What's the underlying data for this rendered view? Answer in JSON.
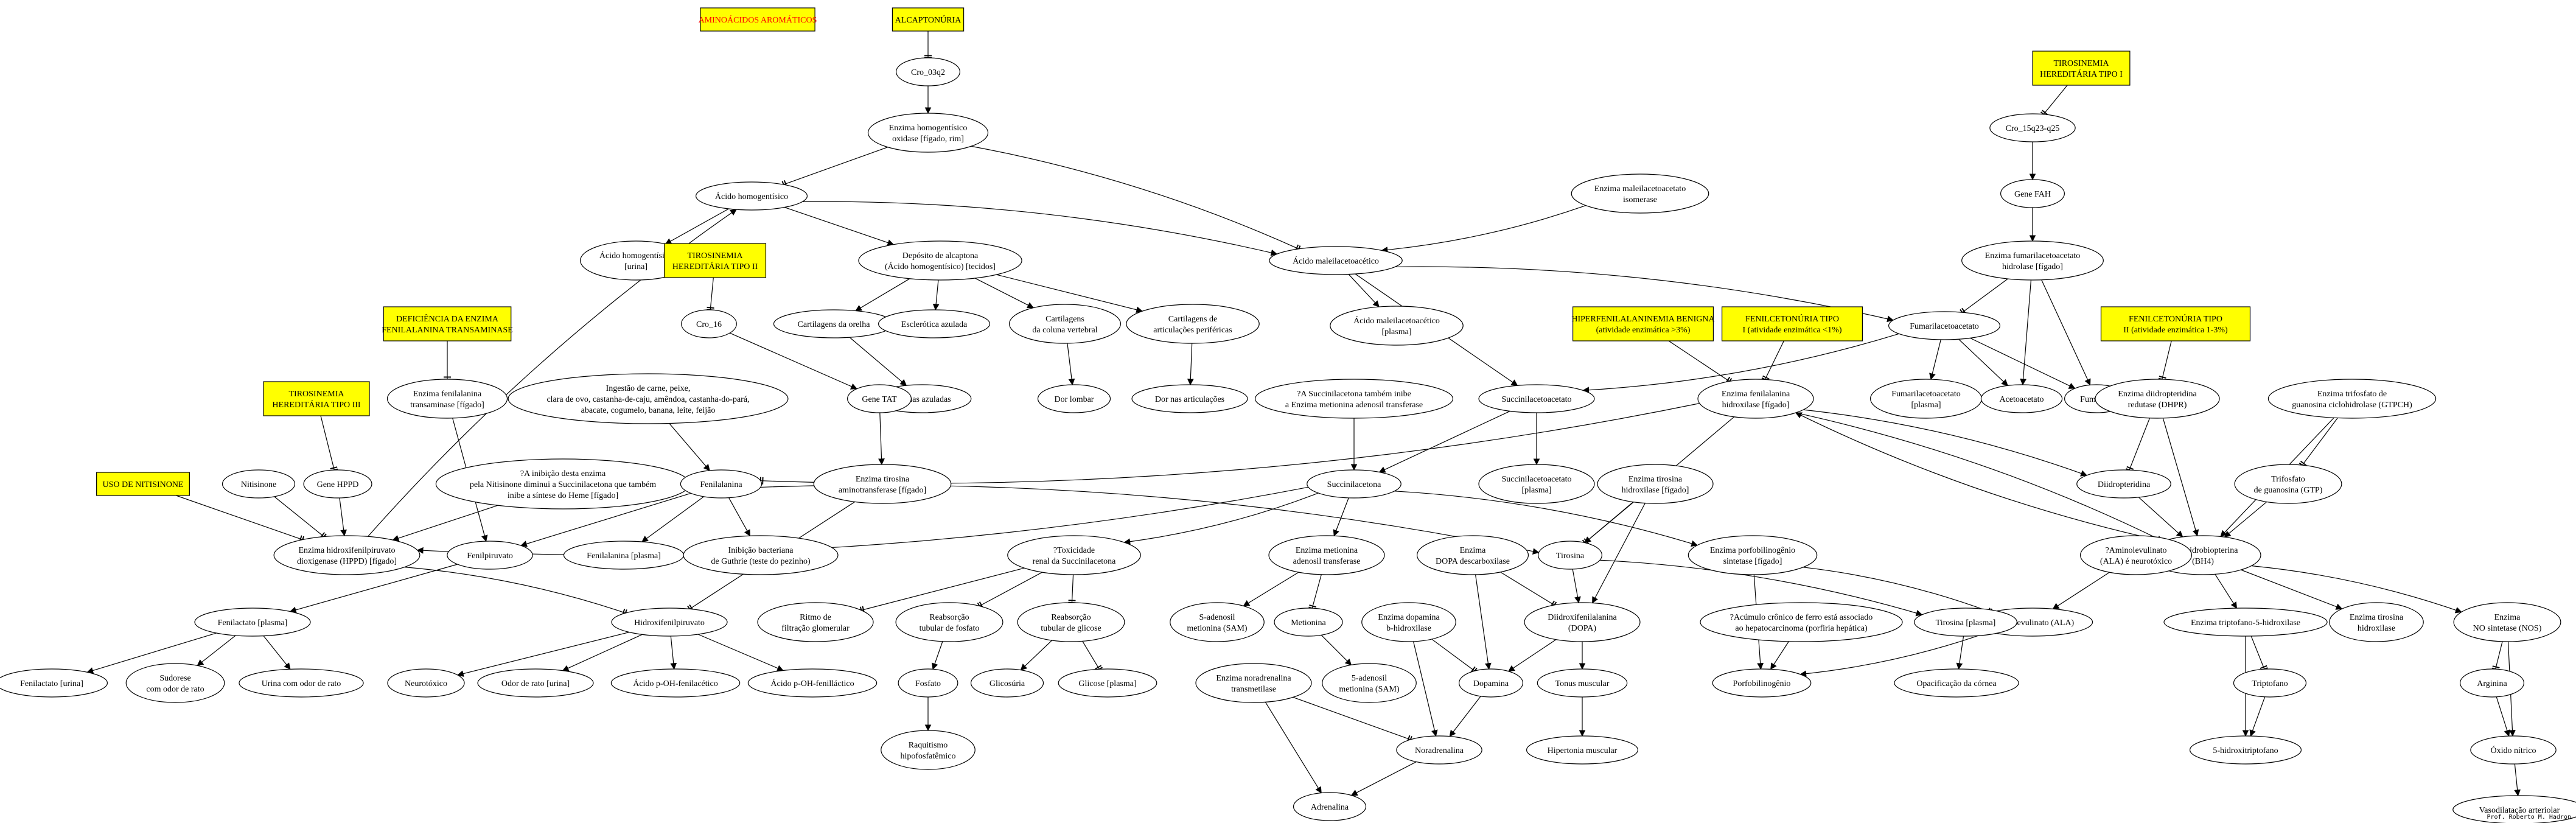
{
  "nodes": [
    {
      "id": "aro",
      "lines": [
        "AMINOÁCIDOS AROMÁTICOS"
      ],
      "shape": "box",
      "red": true
    },
    {
      "id": "alc",
      "lines": [
        "ALCAPTONÚRIA"
      ],
      "shape": "box"
    },
    {
      "id": "cro3",
      "lines": [
        "Cro_03q2"
      ]
    },
    {
      "id": "ehg",
      "lines": [
        "Enzima homogentísico",
        "oxidase [fígado, rim]"
      ]
    },
    {
      "id": "ahg",
      "lines": [
        "Ácido homogentísico"
      ]
    },
    {
      "id": "ahgu",
      "lines": [
        "Ácido homogentísico",
        "[urina]"
      ]
    },
    {
      "id": "tyr2",
      "lines": [
        "TIROSINEMIA",
        "HEREDITÁRIA TIPO II"
      ],
      "shape": "box"
    },
    {
      "id": "dep",
      "lines": [
        "Depósito de alcaptona",
        "(Ácido homogentísico) [tecidos]"
      ]
    },
    {
      "id": "mal",
      "lines": [
        "Ácido maleilacetoacético"
      ]
    },
    {
      "id": "emi",
      "lines": [
        "Enzima maleilacetoacetato",
        "isomerase"
      ]
    },
    {
      "id": "malp",
      "lines": [
        "Ácido maleilacetoacético",
        "[plasma]"
      ]
    },
    {
      "id": "tyr1",
      "lines": [
        "TIROSINEMIA",
        "HEREDITÁRIA TIPO I"
      ],
      "shape": "box"
    },
    {
      "id": "cro15",
      "lines": [
        "Cro_15q23-q25"
      ]
    },
    {
      "id": "gfah",
      "lines": [
        "Gene FAH"
      ]
    },
    {
      "id": "efah",
      "lines": [
        "Enzima fumarilacetoacetato",
        "hidrolase [fígado]"
      ]
    },
    {
      "id": "fum",
      "lines": [
        "Fumarilacetoacetato"
      ]
    },
    {
      "id": "fump",
      "lines": [
        "Fumarilacetoacetato",
        "[plasma]"
      ]
    },
    {
      "id": "acet",
      "lines": [
        "Acetoacetato"
      ]
    },
    {
      "id": "fumar",
      "lines": [
        "Fumarato"
      ]
    },
    {
      "id": "dfat",
      "lines": [
        "DEFICIÊNCIA DA ENZIMA",
        "FENILALANINA TRANSAMINASE"
      ],
      "shape": "box"
    },
    {
      "id": "efat",
      "lines": [
        "Enzima fenilalanina",
        "transaminase [fígado]"
      ]
    },
    {
      "id": "ingest",
      "lines": [
        "Ingestão de carne, peixe,",
        "clara de ovo, castanha-de-caju, amêndoa, castanha-do-pará,",
        "abacate, cogumelo, banana, leite, feijão"
      ]
    },
    {
      "id": "co",
      "lines": [
        "Cartilagens da orelha"
      ]
    },
    {
      "id": "ea",
      "lines": [
        "Esclerótica azulada"
      ]
    },
    {
      "id": "ccv",
      "lines": [
        "Cartilagens",
        "da coluna vertebral"
      ]
    },
    {
      "id": "cap",
      "lines": [
        "Cartilagens de",
        "articulações periféricas"
      ]
    },
    {
      "id": "oa",
      "lines": [
        "Orelhas azuladas"
      ]
    },
    {
      "id": "dl",
      "lines": [
        "Dor lombar"
      ]
    },
    {
      "id": "da",
      "lines": [
        "Dor nas articulações"
      ]
    },
    {
      "id": "cro16",
      "lines": [
        "Cro_16"
      ]
    },
    {
      "id": "gtat",
      "lines": [
        "Gene TAT"
      ]
    },
    {
      "id": "eta",
      "lines": [
        "Enzima tirosina",
        "aminotransferase [fígado]"
      ]
    },
    {
      "id": "tyr3",
      "lines": [
        "TIROSINEMIA",
        "HEREDITÁRIA TIPO III"
      ],
      "shape": "box"
    },
    {
      "id": "ghppd",
      "lines": [
        "Gene HPPD"
      ]
    },
    {
      "id": "nit",
      "lines": [
        "Nitisinone"
      ]
    },
    {
      "id": "usonit",
      "lines": [
        "USO DE NITISINONE"
      ],
      "shape": "box"
    },
    {
      "id": "qhem",
      "lines": [
        "?A inibição desta enzima",
        "pela Nitisinone diminui a Succinilacetona que também",
        "inibe a síntese do Heme [fígado]"
      ]
    },
    {
      "id": "ehppd",
      "lines": [
        "Enzima hidroxifenilpiruvato",
        "dioxigenase (HPPD) [fígado]"
      ]
    },
    {
      "id": "phe",
      "lines": [
        "Fenilalanina"
      ]
    },
    {
      "id": "phep",
      "lines": [
        "Fenilalanina [plasma]"
      ]
    },
    {
      "id": "inib",
      "lines": [
        "Inibição bacteriana",
        "de Guthrie (teste do pezinho)"
      ]
    },
    {
      "id": "fpir",
      "lines": [
        "Fenilpiruvato"
      ]
    },
    {
      "id": "flac",
      "lines": [
        "Fenilactato [plasma]"
      ]
    },
    {
      "id": "flacu",
      "lines": [
        "Fenilactato [urina]"
      ]
    },
    {
      "id": "sud",
      "lines": [
        "Sudorese",
        "com odor de rato"
      ]
    },
    {
      "id": "urod",
      "lines": [
        "Urina com odor de rato"
      ]
    },
    {
      "id": "hpp",
      "lines": [
        "Hidroxifenilpiruvato"
      ]
    },
    {
      "id": "neu",
      "lines": [
        "Neurotóxico"
      ]
    },
    {
      "id": "odr",
      "lines": [
        "Odor de rato [urina]"
      ]
    },
    {
      "id": "apac",
      "lines": [
        "Ácido p-OH-fenilacético"
      ]
    },
    {
      "id": "apal",
      "lines": [
        "Ácido p-OH-fenilláctico"
      ]
    },
    {
      "id": "qsuc",
      "lines": [
        "?A Succinilacetona também inibe",
        "a Enzima metionina adenosil transferase"
      ]
    },
    {
      "id": "sac",
      "lines": [
        "Succinilacetoacetato"
      ]
    },
    {
      "id": "sacp",
      "lines": [
        "Succinilacetoacetato",
        "[plasma]"
      ]
    },
    {
      "id": "sucac",
      "lines": [
        "Succinilacetona"
      ]
    },
    {
      "id": "tox",
      "lines": [
        "?Toxicidade",
        "renal da Succinilacetona"
      ]
    },
    {
      "id": "rfg",
      "lines": [
        "Ritmo de",
        "filtração glomerular"
      ]
    },
    {
      "id": "rtf",
      "lines": [
        "Reabsorção",
        "tubular de fosfato"
      ]
    },
    {
      "id": "rtg",
      "lines": [
        "Reabsorção",
        "tubular de glicose"
      ]
    },
    {
      "id": "fosf",
      "lines": [
        "Fosfato"
      ]
    },
    {
      "id": "raq",
      "lines": [
        "Raquitismo",
        "hipofosfatêmico"
      ]
    },
    {
      "id": "gliu",
      "lines": [
        "Glicosúria"
      ]
    },
    {
      "id": "glip",
      "lines": [
        "Glicose [plasma]"
      ]
    },
    {
      "id": "emat",
      "lines": [
        "Enzima metionina",
        "adenosil transferase"
      ]
    },
    {
      "id": "sam",
      "lines": [
        "S-adenosil",
        "metionina (SAM)"
      ]
    },
    {
      "id": "met",
      "lines": [
        "Metionina"
      ]
    },
    {
      "id": "sam5",
      "lines": [
        "5-adenosil",
        "metionina (SAM)"
      ]
    },
    {
      "id": "hpb",
      "lines": [
        "HIPERFENILALANINEMIA BENIGNA",
        "(atividade enzimática >3%)"
      ],
      "shape": "box"
    },
    {
      "id": "fen1",
      "lines": [
        "FENILCETONÚRIA TIPO",
        "I (atividade enzimática <1%)"
      ],
      "shape": "box"
    },
    {
      "id": "fen2",
      "lines": [
        "FENILCETONÚRIA TIPO",
        "II (atividade enzimática 1-3%)"
      ],
      "shape": "box"
    },
    {
      "id": "efah2",
      "lines": [
        "Enzima fenilalanina",
        "hidroxilase [fígado]"
      ]
    },
    {
      "id": "eth",
      "lines": [
        "Enzima tirosina",
        "hidroxilase [fígado]"
      ]
    },
    {
      "id": "edhpr",
      "lines": [
        "Enzima diidropteridina",
        "redutase (DHPR)"
      ]
    },
    {
      "id": "egtp",
      "lines": [
        "Enzima trifosfato de",
        "guanosina ciclohidrolase (GTPCH)"
      ]
    },
    {
      "id": "dihp",
      "lines": [
        "Diidropteridina"
      ]
    },
    {
      "id": "tgtp",
      "lines": [
        "Trifosfato",
        "de guanosina (GTP)"
      ]
    },
    {
      "id": "bh4",
      "lines": [
        "Tetrahidrobiopterina",
        "(BH4)"
      ]
    },
    {
      "id": "tyr",
      "lines": [
        "Tirosina"
      ]
    },
    {
      "id": "epbg",
      "lines": [
        "Enzima porfobilinogênio",
        "sintetase [fígado]"
      ]
    },
    {
      "id": "qala",
      "lines": [
        "?Aminolevulinato",
        "(ALA) é neurotóxico"
      ]
    },
    {
      "id": "ala",
      "lines": [
        "Aminolevulinato (ALA)"
      ]
    },
    {
      "id": "tyrp",
      "lines": [
        "Tirosina [plasma]"
      ]
    },
    {
      "id": "qac",
      "lines": [
        "?Acúmulo crônico de ferro está associado",
        "ao hepatocarcinoma (porfiria hepática)"
      ]
    },
    {
      "id": "pbg",
      "lines": [
        "Porfobilinogênio"
      ]
    },
    {
      "id": "opc",
      "lines": [
        "Opacificação da córnea"
      ]
    },
    {
      "id": "eddc",
      "lines": [
        "Enzima",
        "DOPA descarboxilase"
      ]
    },
    {
      "id": "dopa",
      "lines": [
        "Diidroxifenilalanina",
        "(DOPA)"
      ]
    },
    {
      "id": "edbh",
      "lines": [
        "Enzima dopamina",
        "b-hidroxilase"
      ]
    },
    {
      "id": "dopam",
      "lines": [
        "Dopamina"
      ]
    },
    {
      "id": "tonus",
      "lines": [
        "Tonus muscular"
      ]
    },
    {
      "id": "hipm",
      "lines": [
        "Hipertonia muscular"
      ]
    },
    {
      "id": "ent",
      "lines": [
        "Enzima noradrenalina",
        "transmetilase"
      ]
    },
    {
      "id": "nora",
      "lines": [
        "Noradrenalina"
      ]
    },
    {
      "id": "adr",
      "lines": [
        "Adrenalina"
      ]
    },
    {
      "id": "et5h",
      "lines": [
        "Enzima triptofano-5-hidroxilase"
      ]
    },
    {
      "id": "ethx",
      "lines": [
        "Enzima tirosina",
        "hidroxilase"
      ]
    },
    {
      "id": "enos",
      "lines": [
        "Enzima",
        "NO sintetase (NOS)"
      ]
    },
    {
      "id": "trp",
      "lines": [
        "Triptofano"
      ]
    },
    {
      "id": "htp",
      "lines": [
        "5-hidroxitriptofano"
      ]
    },
    {
      "id": "arg",
      "lines": [
        "Arginina"
      ]
    },
    {
      "id": "no",
      "lines": [
        "Óxido nítrico"
      ]
    },
    {
      "id": "vaso",
      "lines": [
        "Vasodilatação arteriolar"
      ]
    }
  ],
  "edges": [
    [
      "alc",
      "cro3",
      "tee"
    ],
    [
      "cro3",
      "ehg",
      "arrow"
    ],
    [
      "ehg",
      "ahg",
      "tee"
    ],
    [
      "ehg",
      "mal",
      "tee"
    ],
    [
      "ahg",
      "ahgu",
      "arrow"
    ],
    [
      "ahg",
      "dep",
      "arrow"
    ],
    [
      "ahg",
      "mal",
      "arrow"
    ],
    [
      "dep",
      "co",
      "arrow"
    ],
    [
      "dep",
      "ea",
      "arrow"
    ],
    [
      "dep",
      "ccv",
      "arrow"
    ],
    [
      "dep",
      "cap",
      "arrow"
    ],
    [
      "co",
      "oa",
      "arrow"
    ],
    [
      "ccv",
      "dl",
      "arrow"
    ],
    [
      "cap",
      "da",
      "arrow"
    ],
    [
      "emi",
      "mal",
      "arrow"
    ],
    [
      "mal",
      "malp",
      "arrow"
    ],
    [
      "mal",
      "fum",
      "arrow"
    ],
    [
      "mal",
      "sac",
      "arrow"
    ],
    [
      "tyr1",
      "cro15",
      "tee"
    ],
    [
      "cro15",
      "gfah",
      "arrow"
    ],
    [
      "gfah",
      "efah",
      "arrow"
    ],
    [
      "efah",
      "fum",
      "tee"
    ],
    [
      "efah",
      "acet",
      "arrow"
    ],
    [
      "efah",
      "fumar",
      "arrow"
    ],
    [
      "fum",
      "fump",
      "arrow"
    ],
    [
      "fum",
      "acet",
      "arrow"
    ],
    [
      "fum",
      "fumar",
      "arrow"
    ],
    [
      "fum",
      "sac",
      "arrow"
    ],
    [
      "tyr2",
      "cro16",
      "tee"
    ],
    [
      "cro16",
      "gtat",
      "arrow"
    ],
    [
      "gtat",
      "eta",
      "arrow"
    ],
    [
      "eta",
      "hpp",
      "tee"
    ],
    [
      "dfat",
      "efat",
      "tee"
    ],
    [
      "efat",
      "fpir",
      "arrow"
    ],
    [
      "ingest",
      "phe",
      "arrow"
    ],
    [
      "tyr3",
      "ghppd",
      "tee"
    ],
    [
      "ghppd",
      "ehppd",
      "arrow"
    ],
    [
      "nit",
      "ehppd",
      "tee"
    ],
    [
      "usonit",
      "ehppd",
      "tee"
    ],
    [
      "qhem",
      "ehppd",
      "arrow"
    ],
    [
      "ehppd",
      "ahg",
      "arrow"
    ],
    [
      "ehppd",
      "hpp",
      "tee"
    ],
    [
      "phe",
      "phep",
      "arrow"
    ],
    [
      "phe",
      "inib",
      "arrow"
    ],
    [
      "phe",
      "fpir",
      "arrow"
    ],
    [
      "phe",
      "tyr",
      "arrow"
    ],
    [
      "fpir",
      "flac",
      "arrow"
    ],
    [
      "flac",
      "flacu",
      "arrow"
    ],
    [
      "flac",
      "sud",
      "arrow"
    ],
    [
      "flac",
      "urod",
      "arrow"
    ],
    [
      "hpp",
      "neu",
      "arrow"
    ],
    [
      "hpp",
      "odr",
      "arrow"
    ],
    [
      "hpp",
      "apac",
      "arrow"
    ],
    [
      "hpp",
      "apal",
      "arrow"
    ],
    [
      "sac",
      "sacp",
      "arrow"
    ],
    [
      "sac",
      "sucac",
      "arrow"
    ],
    [
      "qsuc",
      "sucac",
      "arrow"
    ],
    [
      "sucac",
      "tox",
      "arrow"
    ],
    [
      "sucac",
      "emat",
      "arrow"
    ],
    [
      "sucac",
      "epbg",
      "arrow"
    ],
    [
      "sucac",
      "ehppd",
      "arrow"
    ],
    [
      "tox",
      "rfg",
      "tee"
    ],
    [
      "tox",
      "rtf",
      "tee"
    ],
    [
      "tox",
      "rtg",
      "tee"
    ],
    [
      "rtf",
      "fosf",
      "arrow"
    ],
    [
      "fosf",
      "raq",
      "arrow"
    ],
    [
      "rtg",
      "gliu",
      "arrow"
    ],
    [
      "rtg",
      "glip",
      "tee"
    ],
    [
      "emat",
      "sam",
      "arrow"
    ],
    [
      "emat",
      "met",
      "tee"
    ],
    [
      "met",
      "sam5",
      "arrow"
    ],
    [
      "hpb",
      "efah2",
      "tee"
    ],
    [
      "fen1",
      "efah2",
      "tee"
    ],
    [
      "fen2",
      "edhpr",
      "tee"
    ],
    [
      "efah2",
      "phe",
      "tee"
    ],
    [
      "efah2",
      "tyr",
      "arrow"
    ],
    [
      "efah2",
      "dihp",
      "arrow"
    ],
    [
      "efah2",
      "bh4",
      "arrow"
    ],
    [
      "eth",
      "tyr",
      "tee"
    ],
    [
      "eth",
      "dopa",
      "arrow"
    ],
    [
      "edhpr",
      "dihp",
      "tee"
    ],
    [
      "edhpr",
      "bh4",
      "arrow"
    ],
    [
      "egtp",
      "tgtp",
      "tee"
    ],
    [
      "egtp",
      "bh4",
      "arrow"
    ],
    [
      "tgtp",
      "bh4",
      "arrow"
    ],
    [
      "dihp",
      "bh4",
      "arrow"
    ],
    [
      "bh4",
      "efah2",
      "arrow"
    ],
    [
      "bh4",
      "et5h",
      "arrow"
    ],
    [
      "bh4",
      "ethx",
      "arrow"
    ],
    [
      "bh4",
      "enos",
      "arrow"
    ],
    [
      "tyr",
      "tyrp",
      "arrow"
    ],
    [
      "tyr",
      "dopa",
      "arrow"
    ],
    [
      "tyrp",
      "opc",
      "arrow"
    ],
    [
      "epbg",
      "ala",
      "tee"
    ],
    [
      "epbg",
      "pbg",
      "arrow"
    ],
    [
      "qala",
      "ala",
      "arrow"
    ],
    [
      "ala",
      "pbg",
      "arrow"
    ],
    [
      "qac",
      "pbg",
      "arrow"
    ],
    [
      "eddc",
      "dopa",
      "tee"
    ],
    [
      "eddc",
      "dopam",
      "arrow"
    ],
    [
      "dopa",
      "dopam",
      "arrow"
    ],
    [
      "dopa",
      "tonus",
      "arrow"
    ],
    [
      "tonus",
      "hipm",
      "arrow"
    ],
    [
      "edbh",
      "dopam",
      "tee"
    ],
    [
      "edbh",
      "nora",
      "arrow"
    ],
    [
      "dopam",
      "nora",
      "arrow"
    ],
    [
      "ent",
      "nora",
      "tee"
    ],
    [
      "ent",
      "adr",
      "arrow"
    ],
    [
      "nora",
      "adr",
      "arrow"
    ],
    [
      "et5h",
      "trp",
      "tee"
    ],
    [
      "et5h",
      "htp",
      "arrow"
    ],
    [
      "trp",
      "htp",
      "arrow"
    ],
    [
      "enos",
      "arg",
      "tee"
    ],
    [
      "enos",
      "no",
      "arrow"
    ],
    [
      "arg",
      "no",
      "arrow"
    ],
    [
      "no",
      "vaso",
      "arrow"
    ]
  ],
  "credit": "Prof. Roberto M. Hadron"
}
